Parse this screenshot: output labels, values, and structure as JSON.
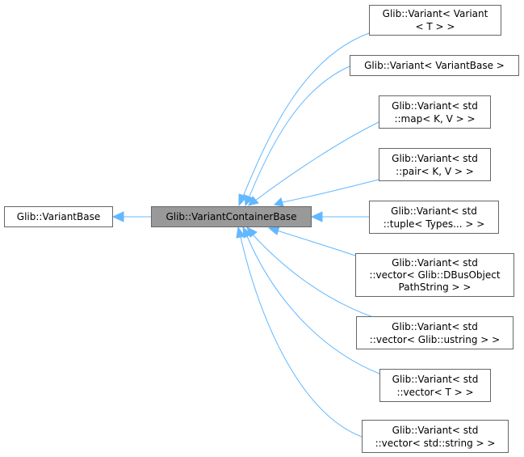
{
  "diagram": {
    "base_class": "Glib::VariantBase",
    "focus_class": "Glib::VariantContainerBase",
    "derived_classes": [
      [
        "Glib::Variant< Variant",
        "< T > >"
      ],
      [
        "Glib::Variant< VariantBase >"
      ],
      [
        "Glib::Variant< std",
        "::map< K, V > >"
      ],
      [
        "Glib::Variant< std",
        "::pair< K, V > >"
      ],
      [
        "Glib::Variant< std",
        "::tuple< Types... > >"
      ],
      [
        "Glib::Variant< std",
        "::vector< Glib::DBusObject",
        "PathString > >"
      ],
      [
        "Glib::Variant< std",
        "::vector< Glib::ustring > >"
      ],
      [
        "Glib::Variant< std",
        "::vector< T > >"
      ],
      [
        "Glib::Variant< std",
        "::vector< std::string > >"
      ]
    ],
    "colors": {
      "edge": "#63b8ff",
      "focus_fill": "#999999",
      "box_border": "#666666"
    }
  }
}
